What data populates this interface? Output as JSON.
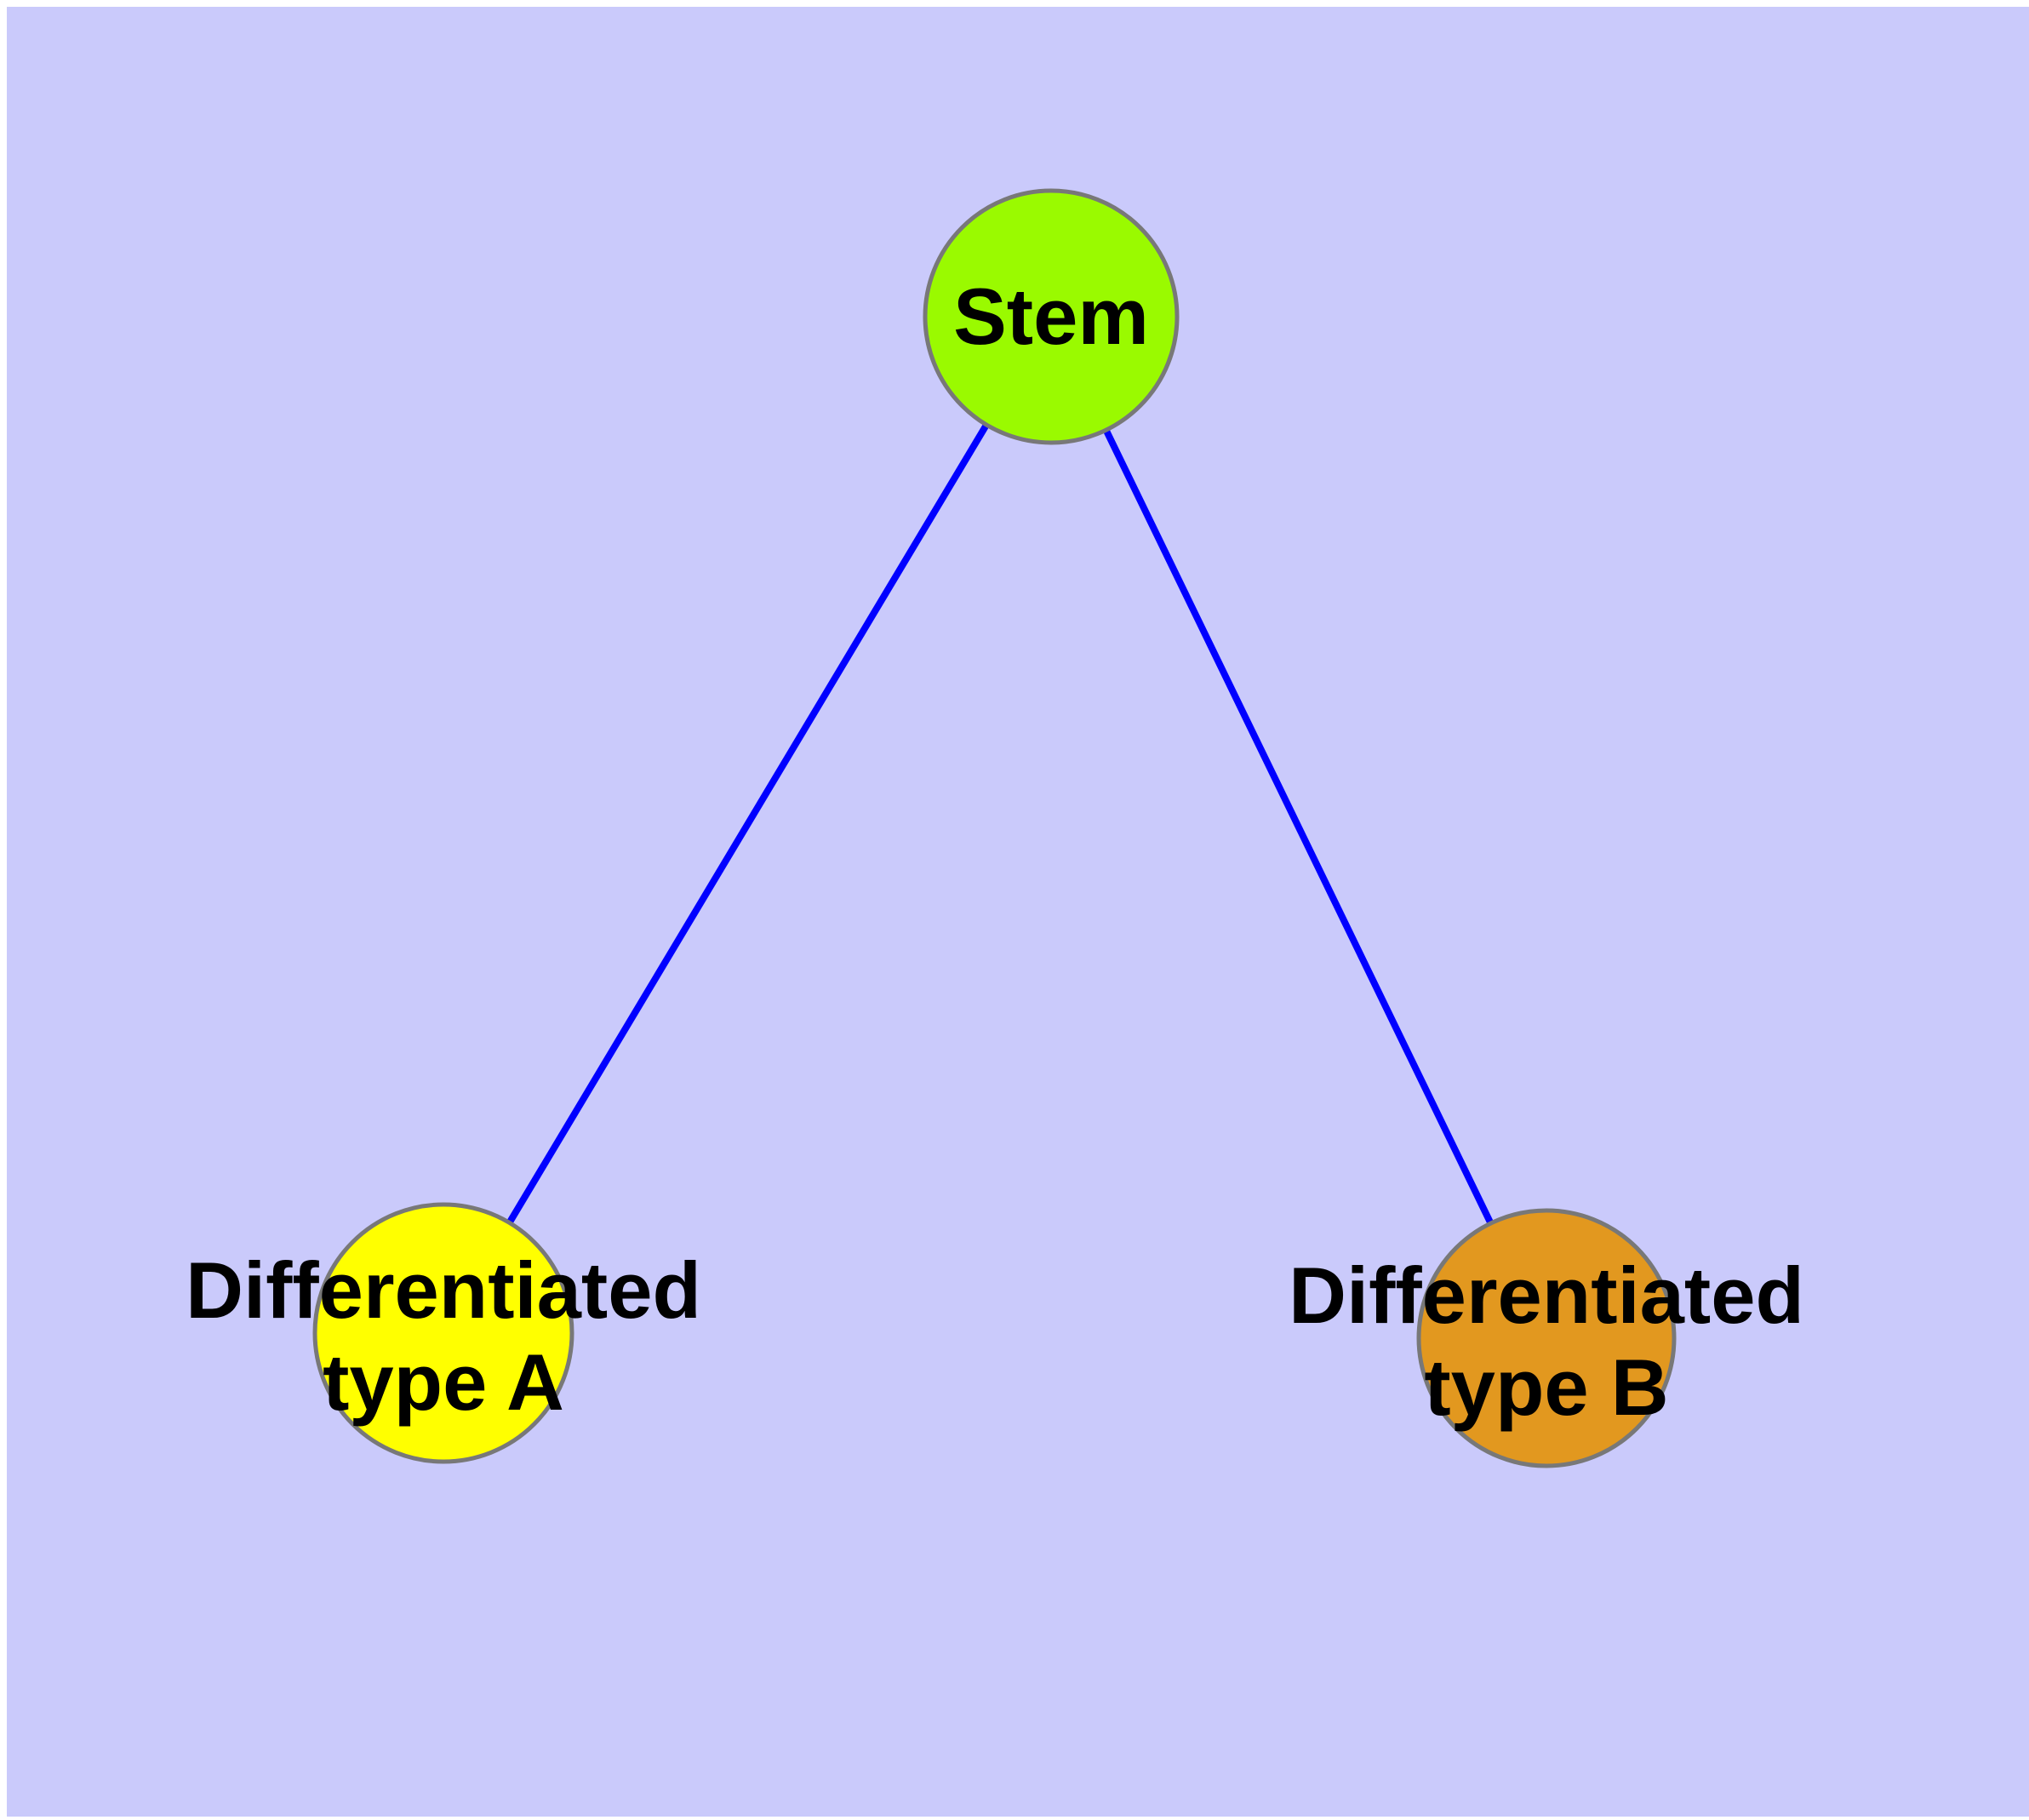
{
  "figure": {
    "type": "graph-diagram",
    "background_color": "#CACAFB",
    "page_margin_color": "#FFFFFF",
    "text_color": "#000000",
    "node_border_color": "#787878",
    "edge_color": "#0000FF"
  },
  "nodes": [
    {
      "id": "stem",
      "label": "Stem",
      "label_lines": [
        "Stem"
      ],
      "color": "#9AFA00"
    },
    {
      "id": "differentiated-type-a",
      "label": "Differentiated type A",
      "label_lines": [
        "Differentiated",
        "type A"
      ],
      "color": "#FFFF00"
    },
    {
      "id": "differentiated-type-b",
      "label": "Differentiated type B",
      "label_lines": [
        "Differentiated",
        "type B"
      ],
      "color": "#E2981F"
    }
  ],
  "edges": [
    {
      "from": "stem",
      "to": "differentiated-type-a",
      "color": "#0000FF"
    },
    {
      "from": "stem",
      "to": "differentiated-type-b",
      "color": "#0000FF"
    }
  ]
}
